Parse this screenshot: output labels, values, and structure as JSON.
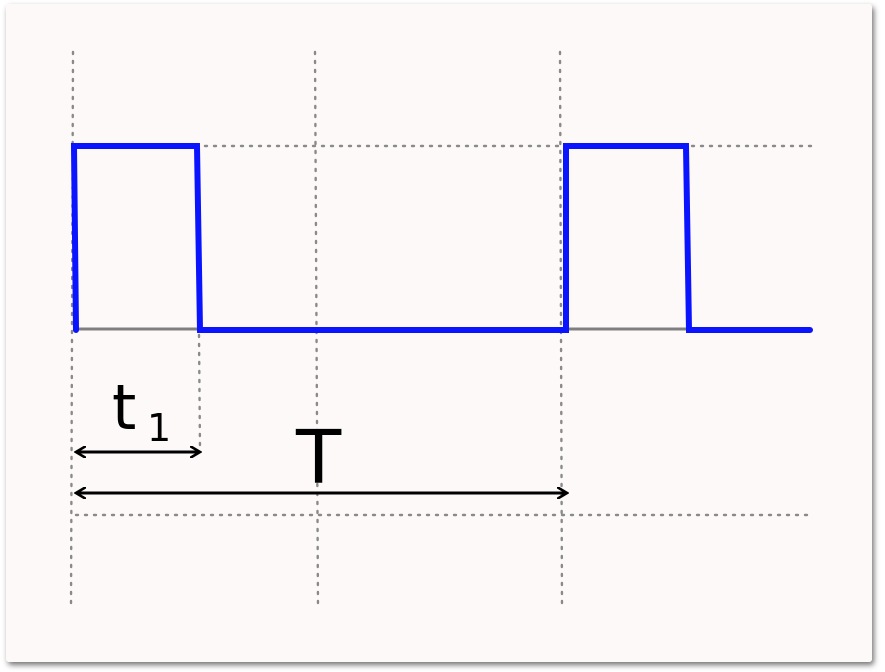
{
  "diagram": {
    "labels": {
      "pulse_width": "t",
      "pulse_width_subscript": "1",
      "period": "T"
    },
    "colors": {
      "background": "#fdf9f8",
      "waveform": "#0a14ff",
      "grid": "#8a8a8a",
      "baseline": "#7f7f7f",
      "arrow": "#000000"
    }
  }
}
